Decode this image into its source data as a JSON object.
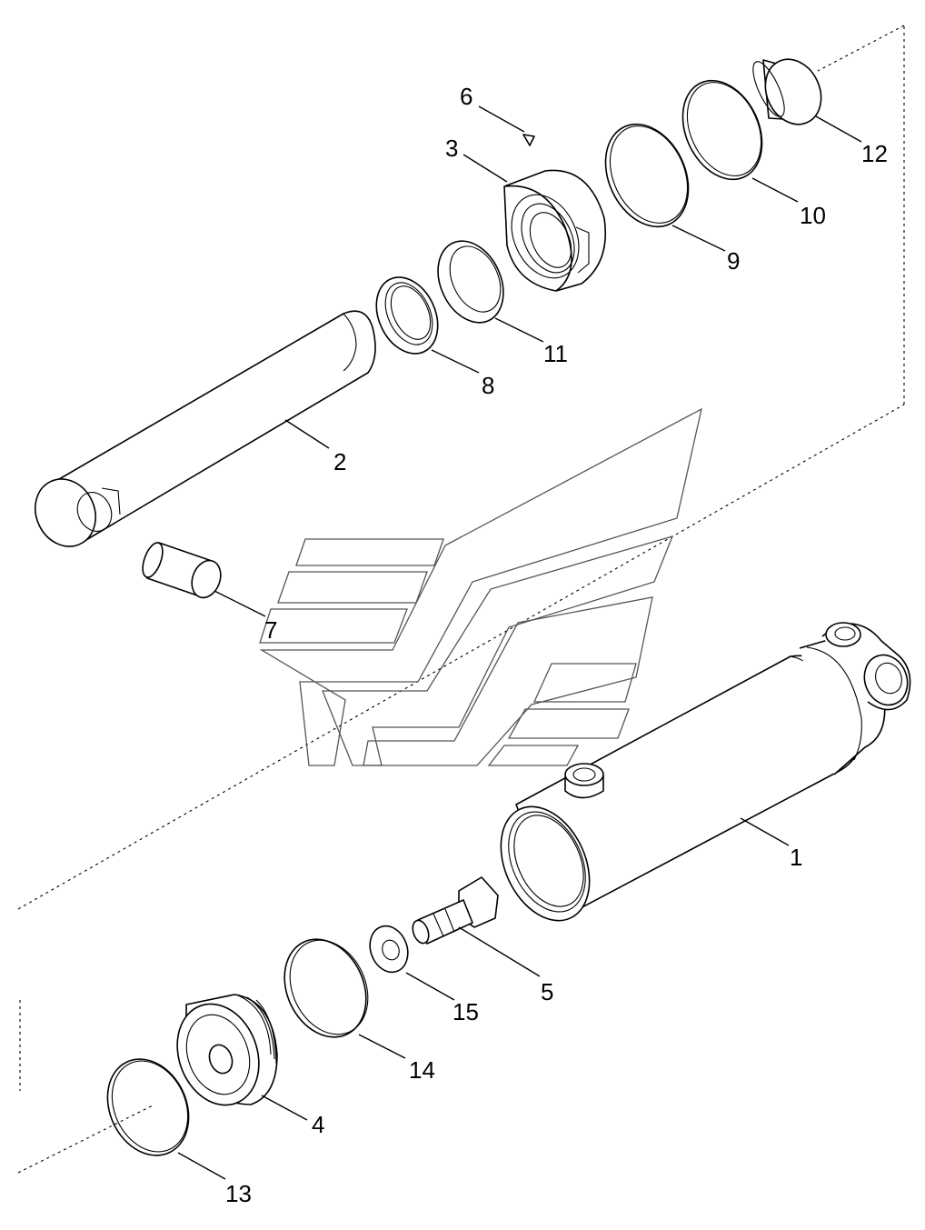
{
  "callouts": [
    {
      "id": "1",
      "text": "1"
    },
    {
      "id": "2",
      "text": "2"
    },
    {
      "id": "3",
      "text": "3"
    },
    {
      "id": "4",
      "text": "4"
    },
    {
      "id": "5",
      "text": "5"
    },
    {
      "id": "6",
      "text": "6"
    },
    {
      "id": "7",
      "text": "7"
    },
    {
      "id": "8",
      "text": "8"
    },
    {
      "id": "9",
      "text": "9"
    },
    {
      "id": "10",
      "text": "10"
    },
    {
      "id": "11",
      "text": "11"
    },
    {
      "id": "12",
      "text": "12"
    },
    {
      "id": "13",
      "text": "13"
    },
    {
      "id": "14",
      "text": "14"
    },
    {
      "id": "15",
      "text": "15"
    }
  ],
  "colors": {
    "line": "#000000",
    "watermark": "#555555",
    "background": "#ffffff"
  }
}
